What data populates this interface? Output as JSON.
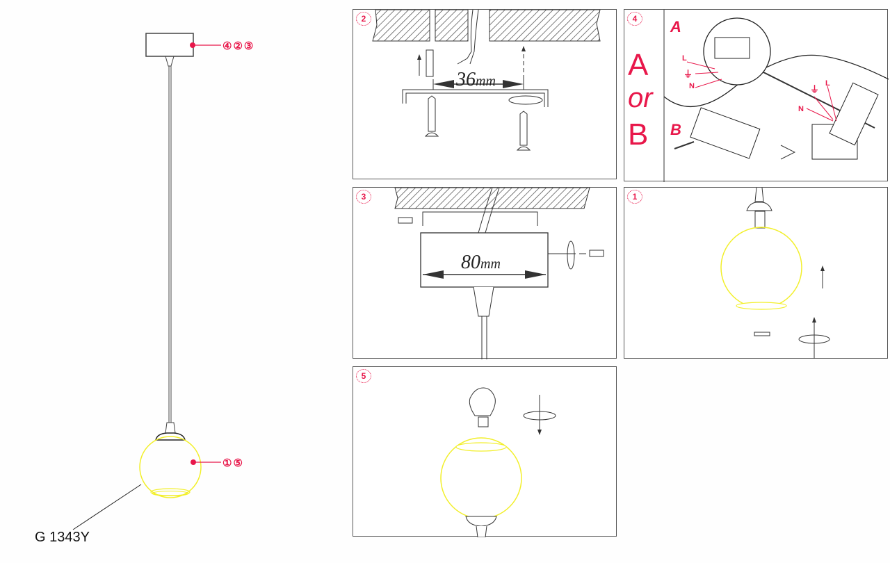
{
  "product": {
    "model": "G 1343Y",
    "callout_top": "④②③",
    "callout_bottom": "①⑤"
  },
  "colors": {
    "accent_red": "#e8174a",
    "glass_yellow": "#f2ef2a",
    "line": "#333333"
  },
  "panels": [
    {
      "id": "mount",
      "badge": "2",
      "dimension_value": "36",
      "dimension_unit": "mm"
    },
    {
      "id": "wiring",
      "badge": "4",
      "option_a": "A",
      "option_or": "or",
      "option_b": "B",
      "label_a": "A",
      "label_b": "B",
      "wire_l": "L",
      "wire_n": "N",
      "earth_symbol": "⏚"
    },
    {
      "id": "canopy",
      "badge": "3",
      "dimension_value": "80",
      "dimension_unit": "mm"
    },
    {
      "id": "globe",
      "badge": "1"
    },
    {
      "id": "bulb",
      "badge": "5"
    }
  ]
}
